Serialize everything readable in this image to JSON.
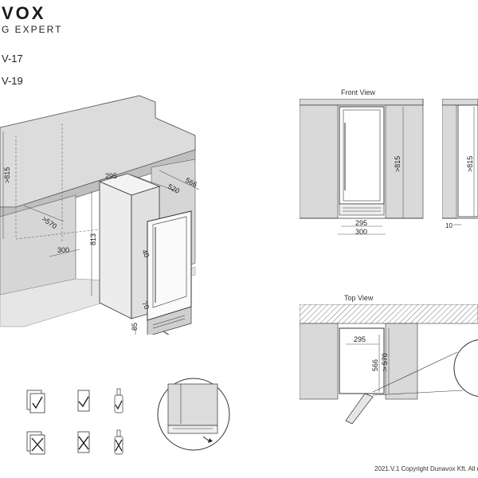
{
  "header": {
    "brand": "VOX",
    "tagline": "G EXPERT",
    "models": [
      "V-17",
      "V-19"
    ]
  },
  "front_view": {
    "title": "Front View",
    "dims": {
      "height": ">815",
      "inner_width": "295",
      "outer_width": "300"
    }
  },
  "side_view": {
    "dims": {
      "height": ">815",
      "gap": "10"
    }
  },
  "top_view": {
    "title": "Top View",
    "dims": {
      "width": "295",
      "depth": "566",
      "min_depth": "> 570"
    }
  },
  "isometric": {
    "dims": {
      "cabinet_height": ">815",
      "cabinet_depth": ">570",
      "cabinet_width": "300",
      "unit_width": "295",
      "unit_depth_a": "520",
      "unit_depth_b": "566",
      "unit_height": "813",
      "hinge_gap": "40",
      "toe_gap": "70",
      "plinth": "85"
    }
  },
  "footer": {
    "copyright": "2021.V.1 Copyright Dunavox Kft. All ri"
  },
  "colors": {
    "wall_fill": "#d9d9d9",
    "line": "#333333",
    "dim_line": "#555555"
  }
}
